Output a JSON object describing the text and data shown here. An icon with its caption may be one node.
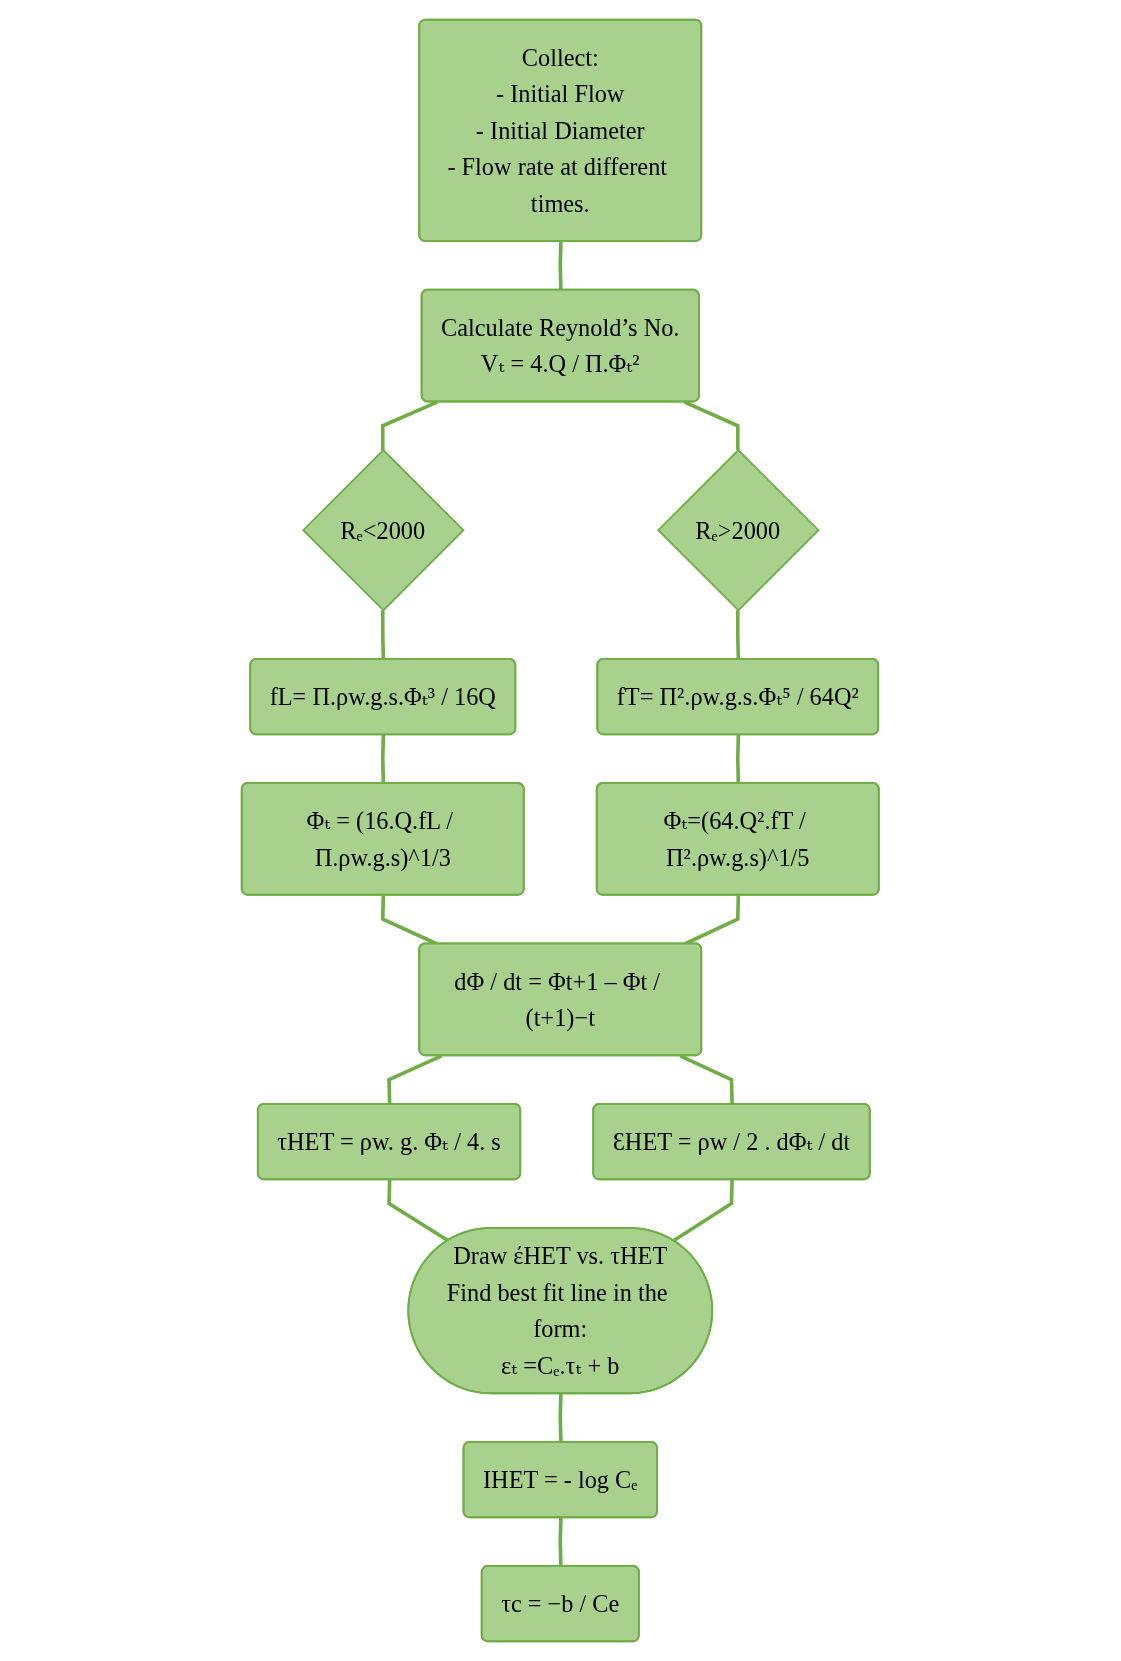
{
  "diagram": {
    "nodes": [
      {
        "text": [
          "Collect:",
          "- Initial Flow",
          "- Initial Diameter",
          "- Flow rate at different times."
        ]
      },
      {
        "text": [
          "Calculate Reynold’s No.",
          "Vₜ = 4.Q / Π.Φₜ²"
        ]
      },
      {
        "text": [
          "Rₑ<2000"
        ]
      },
      {
        "text": [
          "Rₑ>2000"
        ]
      },
      {
        "text": [
          "fL= Π.ρw.g.s.Φₜ³ / 16Q"
        ]
      },
      {
        "text": [
          "fT= Π².ρw.g.s.Φₜ⁵ / 64Q²"
        ]
      },
      {
        "text": [
          "Φₜ = (16.Q.fL / Π.ρw.g.s)^1/3"
        ]
      },
      {
        "text": [
          "Φₜ=(64.Q².fT / Π².ρw.g.s)^1/5"
        ]
      },
      {
        "text": [
          "dΦ / dt = Φt+1 – Φt / (t+1)−t"
        ]
      },
      {
        "text": [
          "τHET = ρw. g. Φₜ / 4. s"
        ]
      },
      {
        "text": [
          "ƐHET = ρw / 2 . dΦₜ / dt"
        ]
      },
      {
        "text": [
          "Draw έHET vs. τHET",
          "Find best fit line in the form:",
          "εₜ =Cₑ.τₜ + b"
        ]
      },
      {
        "text": [
          "IHET = - log Cₑ"
        ]
      },
      {
        "text": [
          "τc = −b / Ce"
        ]
      }
    ],
    "edges": [
      {
        "from": 0,
        "to": 1,
        "arrow": "none"
      },
      {
        "from": 1,
        "to": 2,
        "arrow": "none"
      },
      {
        "from": 1,
        "to": 3,
        "arrow": "none"
      },
      {
        "from": 2,
        "to": 4,
        "arrow": "none"
      },
      {
        "from": 3,
        "to": 5,
        "arrow": "none"
      },
      {
        "from": 4,
        "to": 6,
        "arrow": "none"
      },
      {
        "from": 5,
        "to": 7,
        "arrow": "none"
      },
      {
        "from": 6,
        "to": 8,
        "arrow": "none"
      },
      {
        "from": 7,
        "to": 8,
        "arrow": "none"
      },
      {
        "from": 8,
        "to": 9,
        "arrow": "none"
      },
      {
        "from": 8,
        "to": 10,
        "arrow": "none"
      },
      {
        "from": 9,
        "to": 11,
        "arrow": "none"
      },
      {
        "from": 10,
        "to": 11,
        "arrow": "none"
      },
      {
        "from": 11,
        "to": 12,
        "arrow": "none"
      },
      {
        "from": 12,
        "to": 13,
        "arrow": "none"
      }
    ]
  }
}
